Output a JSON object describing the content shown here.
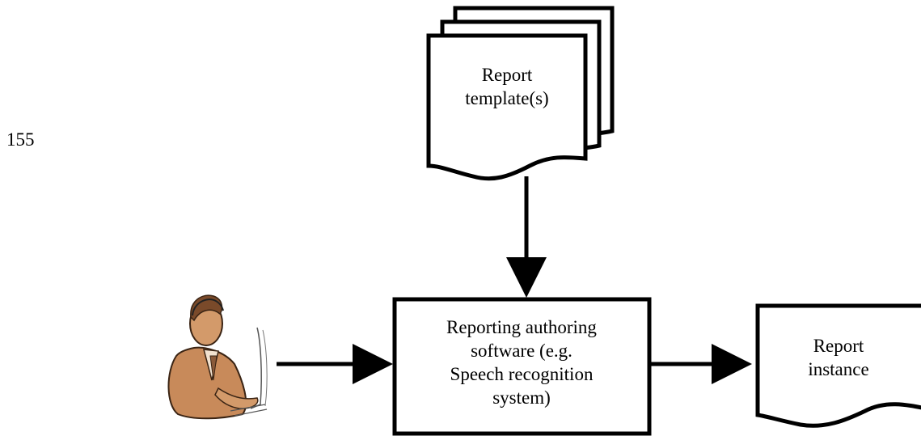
{
  "line_number": "155",
  "template_doc": {
    "line1": "Report",
    "line2": "template(s)"
  },
  "software_box": {
    "line1": "Reporting authoring",
    "line2": "software (e.g.",
    "line3": "Speech recognition",
    "line4": "system)"
  },
  "instance_doc": {
    "line1": "Report",
    "line2": "instance"
  },
  "icons": {
    "user": "person-at-computer-icon"
  },
  "colors": {
    "stroke": "#000000",
    "skin": "#c88a5a",
    "skin_dark": "#8a5a3a"
  }
}
